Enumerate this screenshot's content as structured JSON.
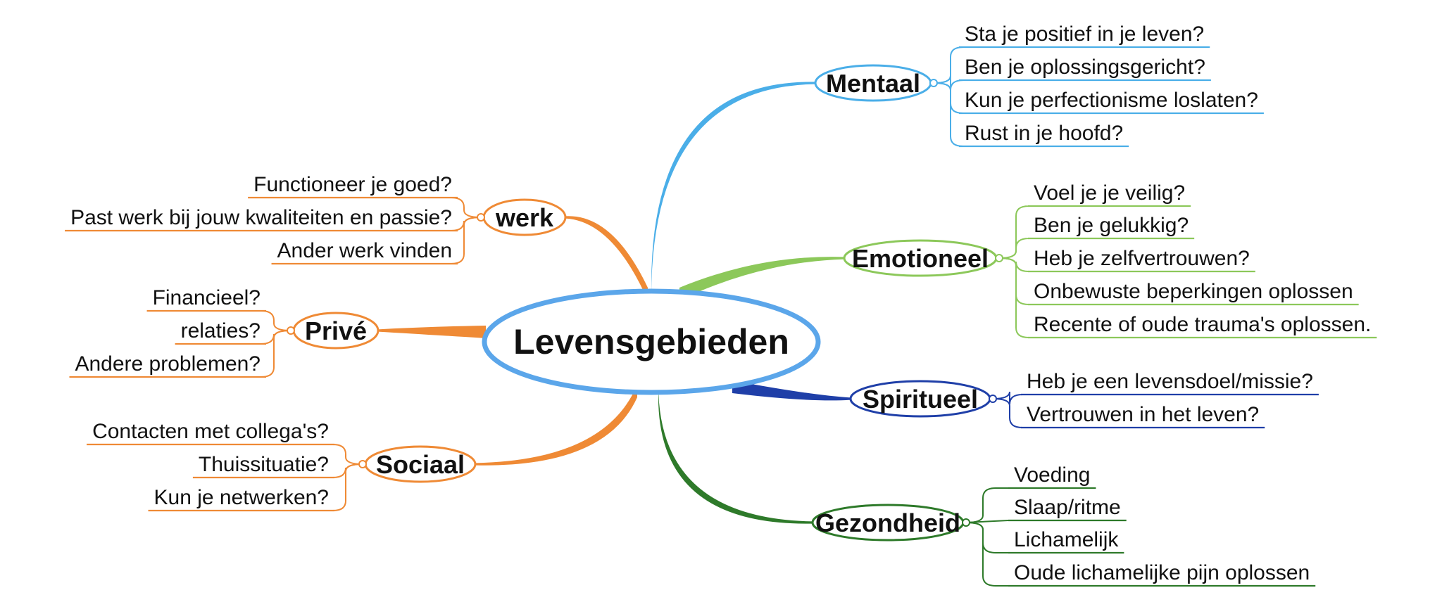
{
  "central": "Levensgebieden",
  "right_branches": [
    {
      "label": "Mentaal",
      "color": "#4aaee8",
      "items": [
        "Sta je positief in je leven?",
        "Ben je oplossingsgericht?",
        "Kun je perfectionisme loslaten?",
        "Rust in je hoofd?"
      ]
    },
    {
      "label": "Emotioneel",
      "color": "#8cc85a",
      "items": [
        "Voel je je veilig?",
        "Ben je gelukkig?",
        "Heb je zelfvertrouwen?",
        "Onbewuste beperkingen oplossen",
        "Recente of oude trauma's oplossen."
      ]
    },
    {
      "label": "Spiritueel",
      "color": "#1f3fa8",
      "items": [
        "Heb je een levensdoel/missie?",
        "Vertrouwen in het leven?"
      ]
    },
    {
      "label": "Gezondheid",
      "color": "#2e7a2a",
      "items": [
        "Voeding",
        "Slaap/ritme",
        "Lichamelijk",
        "Oude lichamelijke pijn oplossen"
      ]
    }
  ],
  "left_branches": [
    {
      "label": "werk",
      "color": "#ef8a35",
      "items": [
        "Functioneer je goed?",
        "Past werk bij jouw kwaliteiten en passie?",
        "Ander werk vinden"
      ]
    },
    {
      "label": "Privé",
      "color": "#ef8a35",
      "items": [
        "Financieel?",
        "relaties?",
        "Andere problemen?"
      ]
    },
    {
      "label": "Sociaal",
      "color": "#ef8a35",
      "items": [
        "Contacten met collega's?",
        "Thuissituatie?",
        "Kun je netwerken?"
      ]
    }
  ],
  "central_color": "#5ba6ea"
}
